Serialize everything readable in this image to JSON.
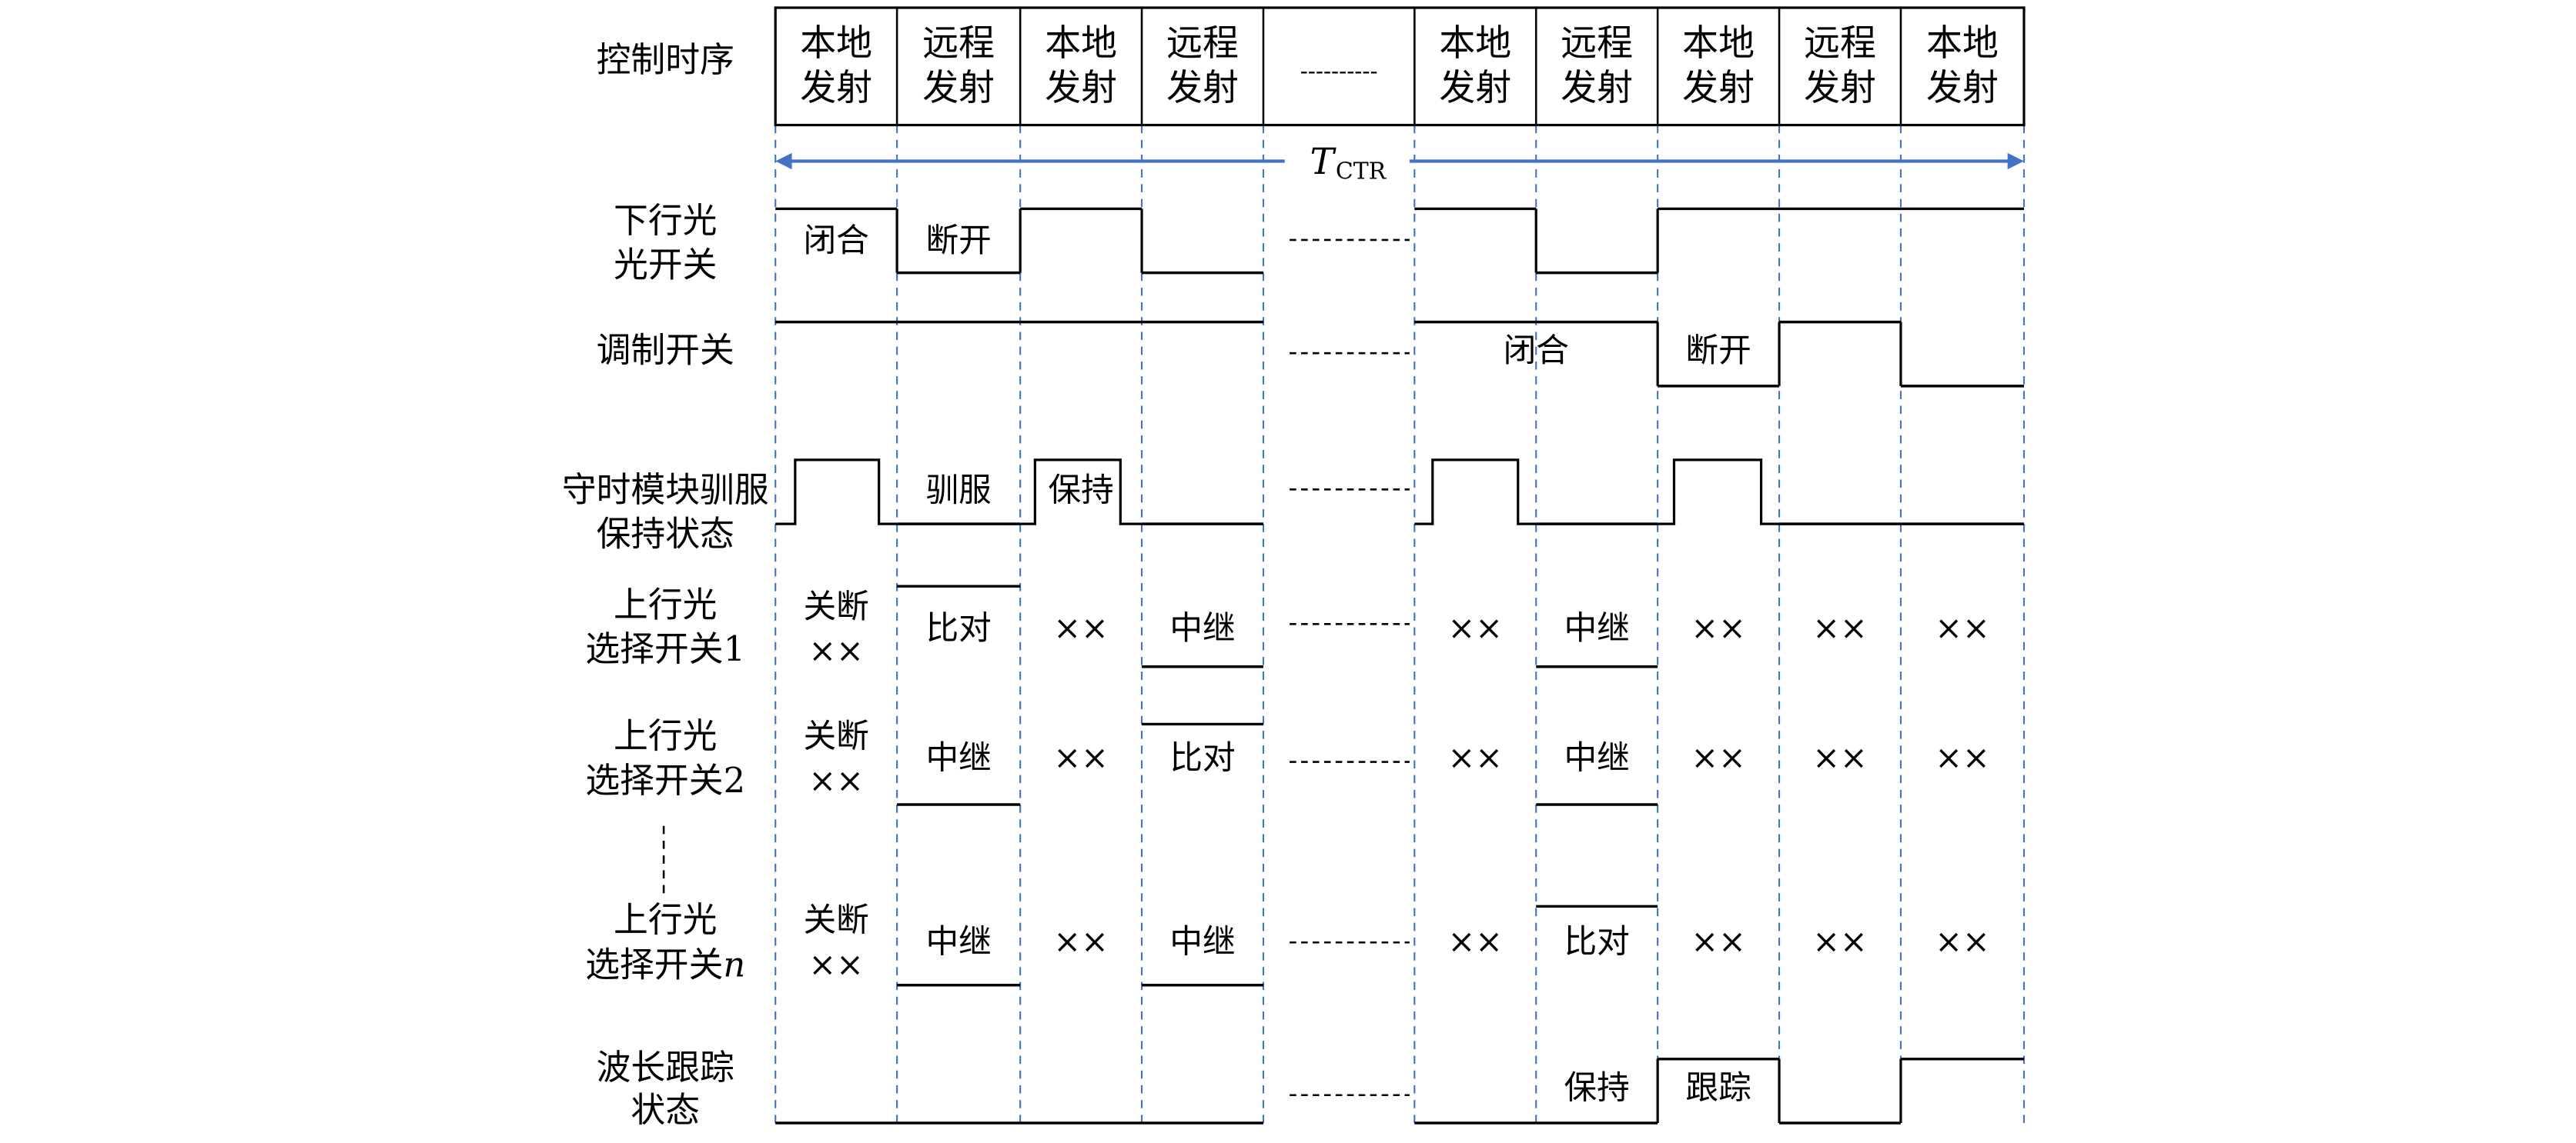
{
  "colors": {
    "line": "#000000",
    "guide": "#4472c4",
    "arrow": "#4472c4"
  },
  "header": {
    "row_label": "控制时序",
    "slots": [
      [
        "本地",
        "发射"
      ],
      [
        "远程",
        "发射"
      ],
      [
        "本地",
        "发射"
      ],
      [
        "远程",
        "发射"
      ],
      null,
      [
        "本地",
        "发射"
      ],
      [
        "远程",
        "发射"
      ],
      [
        "本地",
        "发射"
      ],
      [
        "远程",
        "发射"
      ],
      [
        "本地",
        "发射"
      ]
    ],
    "gap_marker": "----------"
  },
  "period": {
    "symbol": "T",
    "subscript": "CTR"
  },
  "rows": [
    {
      "id": "downlink-switch",
      "label": [
        "下行光",
        "光开关"
      ],
      "levels": [
        "high",
        "low",
        "high",
        "low",
        null,
        "high",
        "low",
        "high",
        "high",
        "high"
      ],
      "texts": [
        {
          "slot": 0,
          "lines": [
            "闭合"
          ]
        },
        {
          "slot": 1,
          "lines": [
            "断开"
          ]
        }
      ]
    },
    {
      "id": "modulation-switch",
      "label": [
        "调制开关"
      ],
      "levels": [
        "high",
        "high",
        "high",
        "high",
        null,
        "high",
        "high",
        "low",
        "high",
        "low"
      ],
      "texts": [
        {
          "slot": 5.5,
          "lines": [
            "闭合"
          ]
        },
        {
          "slot": 7,
          "lines": [
            "断开"
          ]
        }
      ]
    },
    {
      "id": "timekeeping-state",
      "label": [
        "守时模块驯服",
        "保持状态"
      ],
      "levels": [
        "pulse",
        "low",
        "pulse",
        "low",
        null,
        "pulse",
        "low",
        "pulse",
        "low",
        "low"
      ],
      "texts": [
        {
          "slot": 1,
          "lines": [
            "驯服"
          ]
        },
        {
          "slot": 2,
          "lines": [
            "保持"
          ]
        }
      ]
    },
    {
      "id": "uplink-select-1",
      "label": [
        "上行光",
        "选择开关1"
      ],
      "levels": [
        null,
        "high",
        null,
        "low",
        null,
        null,
        "low",
        null,
        null,
        null
      ],
      "texts": [
        {
          "slot": 0,
          "lines": [
            "关断",
            "××"
          ]
        },
        {
          "slot": 1,
          "lines": [
            "比对"
          ]
        },
        {
          "slot": 2,
          "lines": [
            "××"
          ]
        },
        {
          "slot": 3,
          "lines": [
            "中继"
          ]
        },
        {
          "slot": 5,
          "lines": [
            "××"
          ]
        },
        {
          "slot": 6,
          "lines": [
            "中继"
          ]
        },
        {
          "slot": 7,
          "lines": [
            "××"
          ]
        },
        {
          "slot": 8,
          "lines": [
            "××"
          ]
        },
        {
          "slot": 9,
          "lines": [
            "××"
          ]
        }
      ]
    },
    {
      "id": "uplink-select-2",
      "label": [
        "上行光",
        "选择开关2"
      ],
      "levels": [
        null,
        "low",
        null,
        "high",
        null,
        null,
        "low",
        null,
        null,
        null
      ],
      "texts": [
        {
          "slot": 0,
          "lines": [
            "关断",
            "××"
          ]
        },
        {
          "slot": 1,
          "lines": [
            "中继"
          ]
        },
        {
          "slot": 2,
          "lines": [
            "××"
          ]
        },
        {
          "slot": 3,
          "lines": [
            "比对"
          ]
        },
        {
          "slot": 5,
          "lines": [
            "××"
          ]
        },
        {
          "slot": 6,
          "lines": [
            "中继"
          ]
        },
        {
          "slot": 7,
          "lines": [
            "××"
          ]
        },
        {
          "slot": 8,
          "lines": [
            "××"
          ]
        },
        {
          "slot": 9,
          "lines": [
            "××"
          ]
        }
      ]
    },
    {
      "id": "uplink-select-n",
      "label": [
        "上行光",
        "选择开关",
        "n"
      ],
      "levels": [
        null,
        "low",
        null,
        "low",
        null,
        null,
        "high",
        null,
        null,
        null
      ],
      "texts": [
        {
          "slot": 0,
          "lines": [
            "关断",
            "××"
          ]
        },
        {
          "slot": 1,
          "lines": [
            "中继"
          ]
        },
        {
          "slot": 2,
          "lines": [
            "××"
          ]
        },
        {
          "slot": 3,
          "lines": [
            "中继"
          ]
        },
        {
          "slot": 5,
          "lines": [
            "××"
          ]
        },
        {
          "slot": 6,
          "lines": [
            "比对"
          ]
        },
        {
          "slot": 7,
          "lines": [
            "××"
          ]
        },
        {
          "slot": 8,
          "lines": [
            "××"
          ]
        },
        {
          "slot": 9,
          "lines": [
            "××"
          ]
        }
      ]
    },
    {
      "id": "wavelength-tracking",
      "label": [
        "波长跟踪",
        "状态"
      ],
      "levels": [
        "low",
        "low",
        "low",
        "low",
        null,
        "low",
        "low",
        "high",
        "low",
        "high"
      ],
      "texts": [
        {
          "slot": 6,
          "lines": [
            "保持"
          ]
        },
        {
          "slot": 7,
          "lines": [
            "跟踪"
          ]
        }
      ]
    }
  ]
}
